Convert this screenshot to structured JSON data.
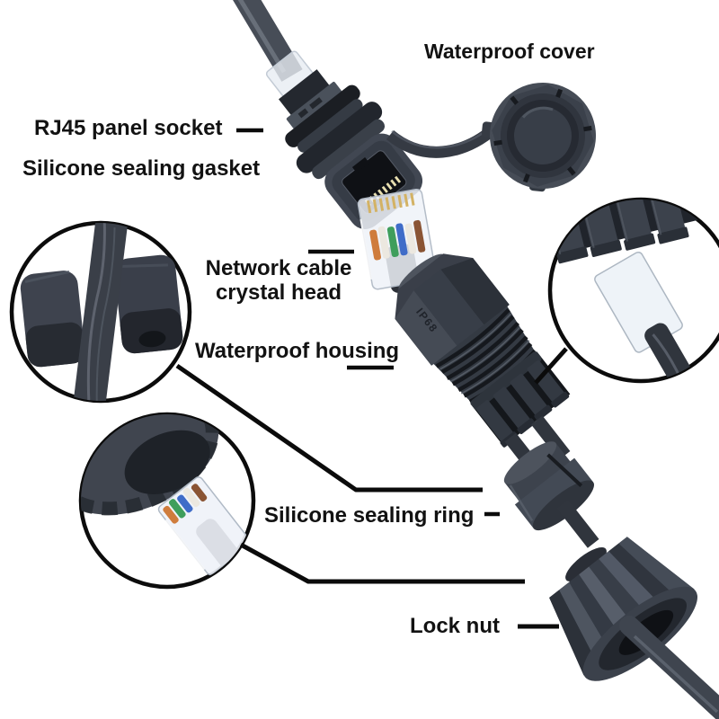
{
  "labels": {
    "waterproof_cover": "Waterproof cover",
    "rj45_panel_socket": "RJ45 panel socket",
    "silicone_sealing_gasket": "Silicone sealing gasket",
    "network_cable_crystal_head_line1": "Network cable",
    "network_cable_crystal_head_line2": "crystal head",
    "waterproof_housing": "Waterproof housing",
    "silicone_sealing_ring": "Silicone sealing ring",
    "lock_nut": "Lock nut"
  },
  "marking": {
    "ip_rating": "IP68"
  },
  "colors": {
    "background": "#ffffff",
    "annotation_text": "#121212",
    "callout_line": "#0b0b0b",
    "plastic_mid": "#3a3f49",
    "plastic_dark": "#23262d",
    "plastic_light": "#565d68",
    "crystal_clear": "#eef2f7",
    "gold_pins": "#d3b264",
    "wire_orange": "#cf7c3c",
    "wire_green": "#3f9e5c",
    "wire_blue": "#3f6cc8",
    "wire_brown": "#8a5434",
    "wire_white": "#ece8e0"
  }
}
